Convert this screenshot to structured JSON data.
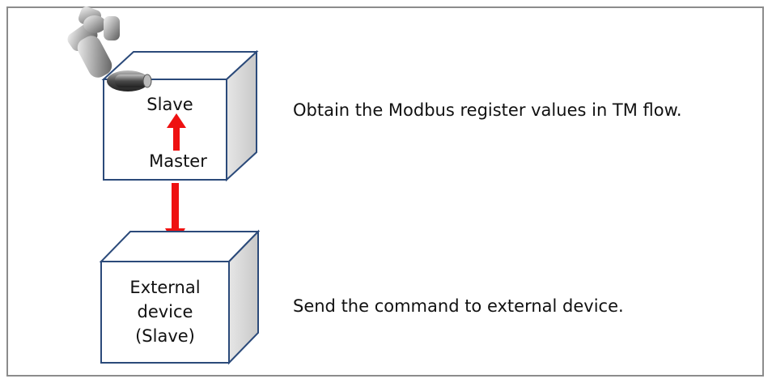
{
  "colors": {
    "arrow": "#ee1111",
    "frame_border": "#8c8c8c",
    "box_outline": "#2b4a7a",
    "box_top": "#ffffff",
    "box_side": "#d5d5d5"
  },
  "top_box": {
    "label_top": "Slave",
    "label_bottom": "Master",
    "icon": "robot-arm-icon"
  },
  "bottom_box": {
    "line1": "External",
    "line2": "device",
    "line3": "(Slave)"
  },
  "descriptions": {
    "top": "Obtain the Modbus register values in TM flow.",
    "bottom": "Send the command to external device."
  }
}
